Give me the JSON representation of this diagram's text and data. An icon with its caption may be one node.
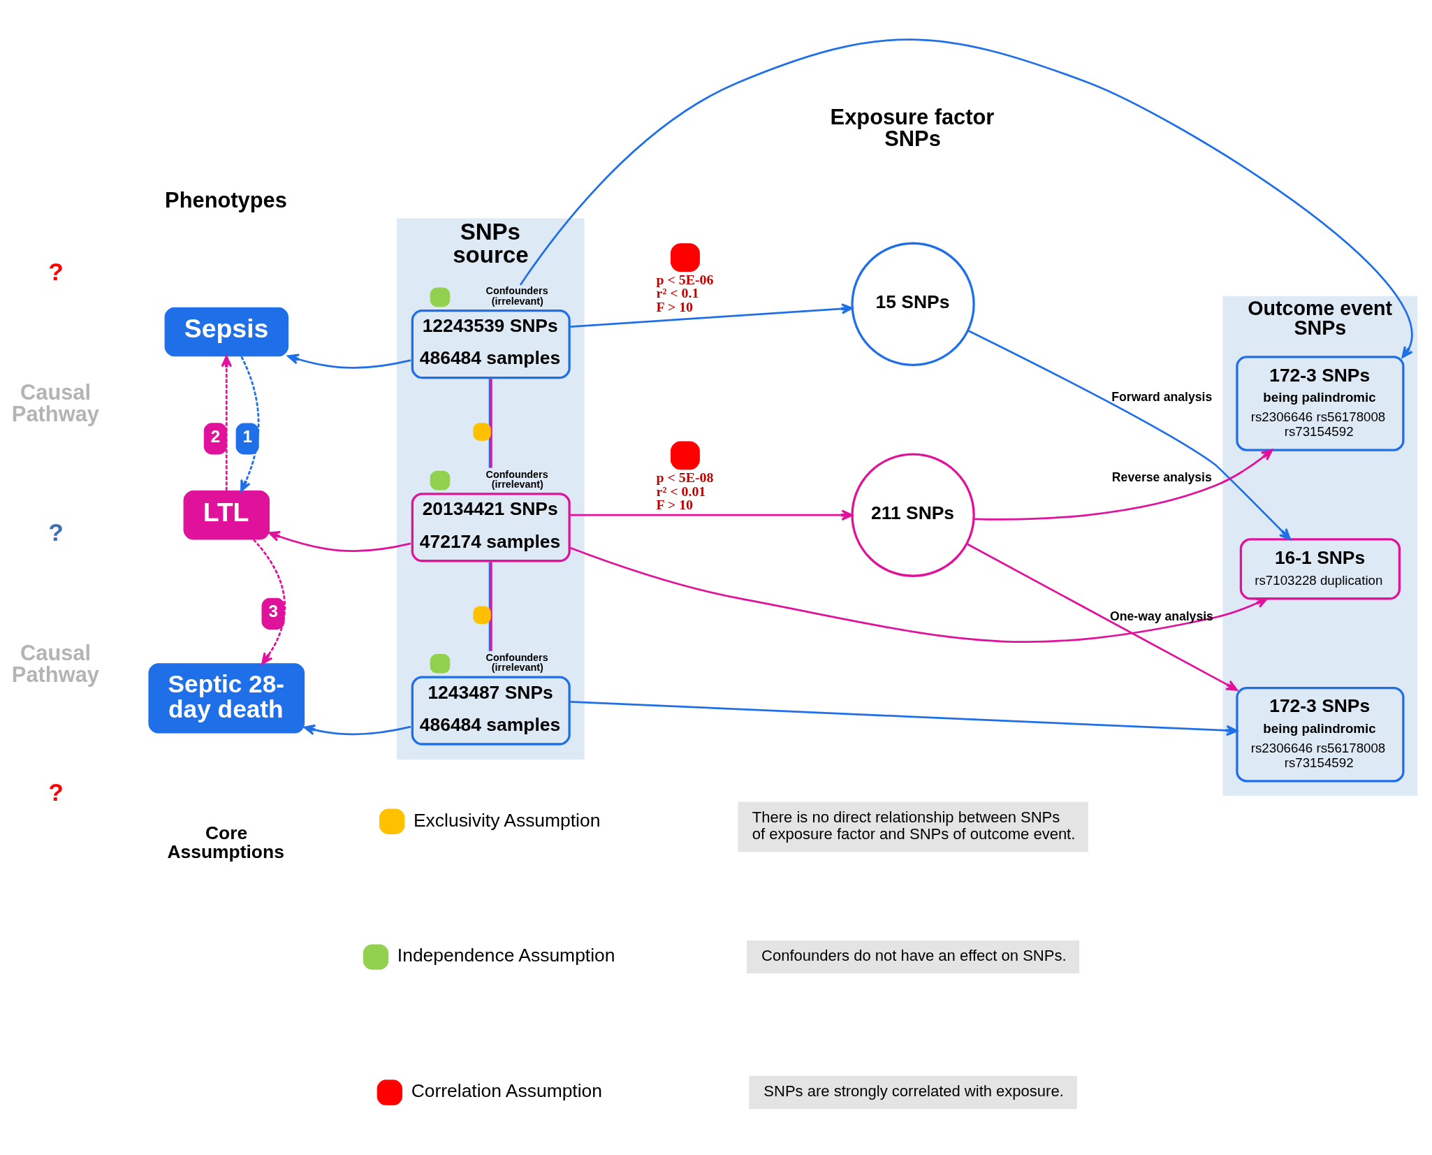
{
  "diagram": {
    "nodes": [
      {
        "text": [
          "SNPs source"
        ]
      },
      {
        "text": [
          "Outcome event SNPs"
        ]
      },
      {
        "text": [
          "Sepsis"
        ]
      },
      {
        "text": [
          "12243539 SNPs",
          "486484 samples"
        ],
        "in": 0,
        "beside": [
          "Confounders (irrelevant)"
        ]
      },
      {
        "text": [
          "15 SNPs"
        ]
      },
      {
        "text": [
          "172-3 SNPs",
          "being palindromic",
          "rs2306646 rs56178008 rs73154592"
        ],
        "in": 1
      },
      {
        "text": [
          "LTL"
        ]
      },
      {
        "text": [
          "20134421 SNPs",
          "472174 samples"
        ],
        "in": 0,
        "beside": [
          "Confounders (irrelevant)"
        ]
      },
      {
        "text": [
          "211 SNPs"
        ]
      },
      {
        "text": [
          "16-1 SNPs",
          "rs7103228 duplication"
        ],
        "in": 1
      },
      {
        "text": [
          "Septic 28-day death"
        ]
      },
      {
        "text": [
          "1243487 SNPs",
          "486484 samples"
        ],
        "in": 0,
        "beside": [
          "Confounders (irrelevant)"
        ]
      },
      {
        "text": [
          "172-3 SNPs",
          "being palindromic",
          "rs2306646 rs56178008 rs73154592"
        ],
        "in": 1
      },
      {
        "text": [
          "There is no direct relationship between SNPs of exposure factor and SNPs of outcome event."
        ]
      },
      {
        "text": [
          "Confounders do not have an effect on SNPs."
        ]
      },
      {
        "text": [
          "SNPs are strongly correlated with exposure."
        ]
      }
    ],
    "edges": [
      {
        "from": 3,
        "to": 2,
        "arrow": "to",
        "color": "#1f6fe8"
      },
      {
        "from": 3,
        "to": 5,
        "arrow": "to",
        "color": "#1f6fe8"
      },
      {
        "from": 3,
        "to": 4,
        "arrow": "to",
        "color": "#1f6fe8",
        "label": "p < 5E-06 r² < 0.1 F > 10"
      },
      {
        "from": 3,
        "to": 7,
        "arrow": "none"
      },
      {
        "from": 7,
        "to": 6,
        "arrow": "to",
        "color": "#e0119b"
      },
      {
        "from": 7,
        "to": 8,
        "arrow": "to",
        "color": "#e0119b",
        "label": "p < 5E-08 r² < 0.01 F > 10"
      },
      {
        "from": 7,
        "to": 9,
        "arrow": "to",
        "color": "#e0119b"
      },
      {
        "from": 7,
        "to": 11,
        "arrow": "none"
      },
      {
        "from": 11,
        "to": 10,
        "arrow": "to",
        "color": "#1f6fe8"
      },
      {
        "from": 11,
        "to": 12,
        "arrow": "to",
        "color": "#1f6fe8"
      },
      {
        "from": 4,
        "to": 9,
        "arrow": "to",
        "color": "#1f6fe8",
        "label": "Forward analysis"
      },
      {
        "from": 8,
        "to": 5,
        "arrow": "to",
        "color": "#e0119b",
        "label": "Reverse analysis"
      },
      {
        "from": 8,
        "to": 12,
        "arrow": "to",
        "color": "#e0119b",
        "label": "One-way analysis"
      },
      {
        "from": 2,
        "to": 6,
        "arrow": "to",
        "style": "dashed",
        "color": "#1f6fe8",
        "label": "1"
      },
      {
        "from": 6,
        "to": 2,
        "arrow": "to",
        "style": "dashed",
        "color": "#e0119b",
        "label": "2"
      },
      {
        "from": 6,
        "to": 10,
        "arrow": "to",
        "style": "dashed",
        "color": "#e0119b",
        "label": "3"
      }
    ],
    "labels": [
      "Phenotypes",
      "Exposure factor SNPs",
      "?",
      "Causal Pathway",
      "?",
      "Causal Pathway",
      "?",
      "Core Assumptions"
    ],
    "legend": [
      {
        "text": "Exclusivity Assumption",
        "color": "#ffc000"
      },
      {
        "text": "Independence Assumption",
        "color": "#92d050"
      },
      {
        "text": "Correlation Assumption",
        "color": "#ff0000"
      }
    ]
  }
}
